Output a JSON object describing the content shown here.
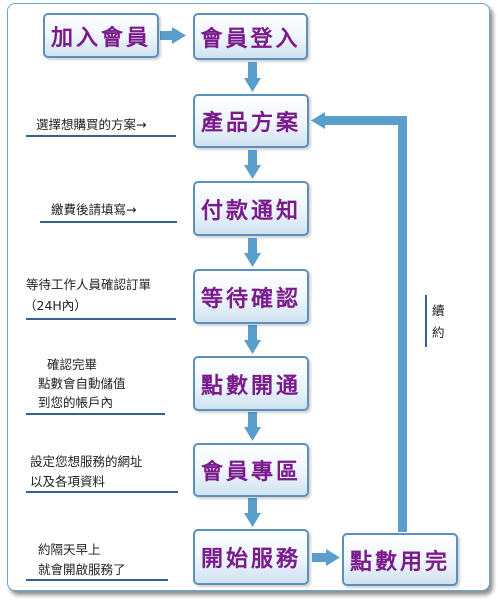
{
  "boxes": {
    "join": "加入會員",
    "login": "會員登入",
    "plan": "產品方案",
    "payment": "付款通知",
    "confirm": "等待確認",
    "deposit": "點數開通",
    "member_area": "會員專區",
    "start": "開始服務",
    "used_up": "點數用完"
  },
  "notes": {
    "choose_plan": "選擇想購買的方案→",
    "after_pay": "繳費後請填寫→",
    "wait_staff": "等待工作人員確認訂單",
    "within_24h": "（24H內）",
    "deposit_1": "確認完畢",
    "deposit_2": "點數會自動儲值",
    "deposit_3": "到您的帳戶內",
    "setup_1": "設定您想服務的網址",
    "setup_2": "以及各項資料",
    "start_1": "約隔天早上",
    "start_2": "就會開啟服務了",
    "renew_1": "續",
    "renew_2": "約"
  },
  "colors": {
    "arrow": "#5a9fcc",
    "box_border": "#5b8fbc",
    "box_text": "#7a1a8c",
    "underline": "#3a5f8e"
  }
}
